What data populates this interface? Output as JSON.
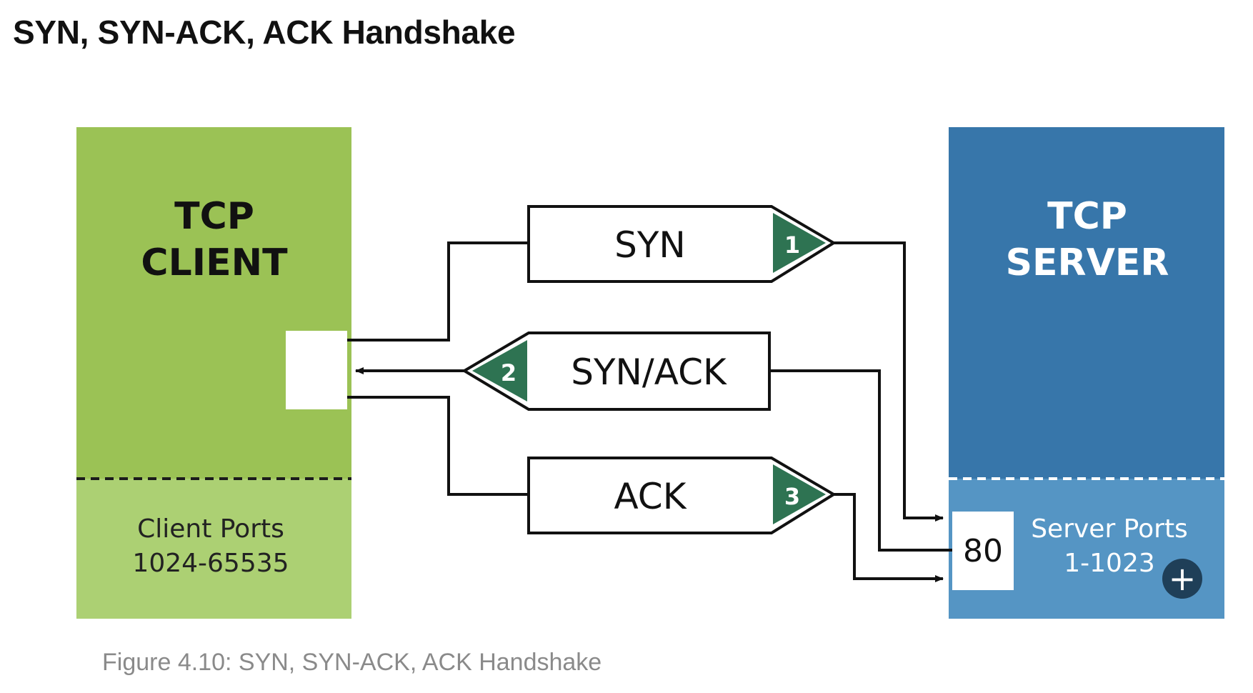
{
  "page": {
    "title": "SYN, SYN-ACK, ACK Handshake",
    "caption": "Figure 4.10: SYN, SYN-ACK, ACK Handshake"
  },
  "client": {
    "title_line1": "TCP",
    "title_line2": "CLIENT",
    "ports_label": "Client Ports",
    "ports_range": "1024-65535",
    "color_top": "#9bc255",
    "color_bottom": "#acd073"
  },
  "server": {
    "title_line1": "TCP",
    "title_line2": "SERVER",
    "ports_label": "Server Ports",
    "ports_range": "1-1023",
    "port": "80",
    "color_top": "#3776aa",
    "color_bottom": "#5595c4"
  },
  "messages": [
    {
      "label": "SYN",
      "step": "1"
    },
    {
      "label": "SYN/ACK",
      "step": "2"
    },
    {
      "label": "ACK",
      "step": "3"
    }
  ],
  "colors": {
    "badge": "#2e7352",
    "line": "#111111"
  },
  "icons": {
    "add": "plus-icon"
  }
}
